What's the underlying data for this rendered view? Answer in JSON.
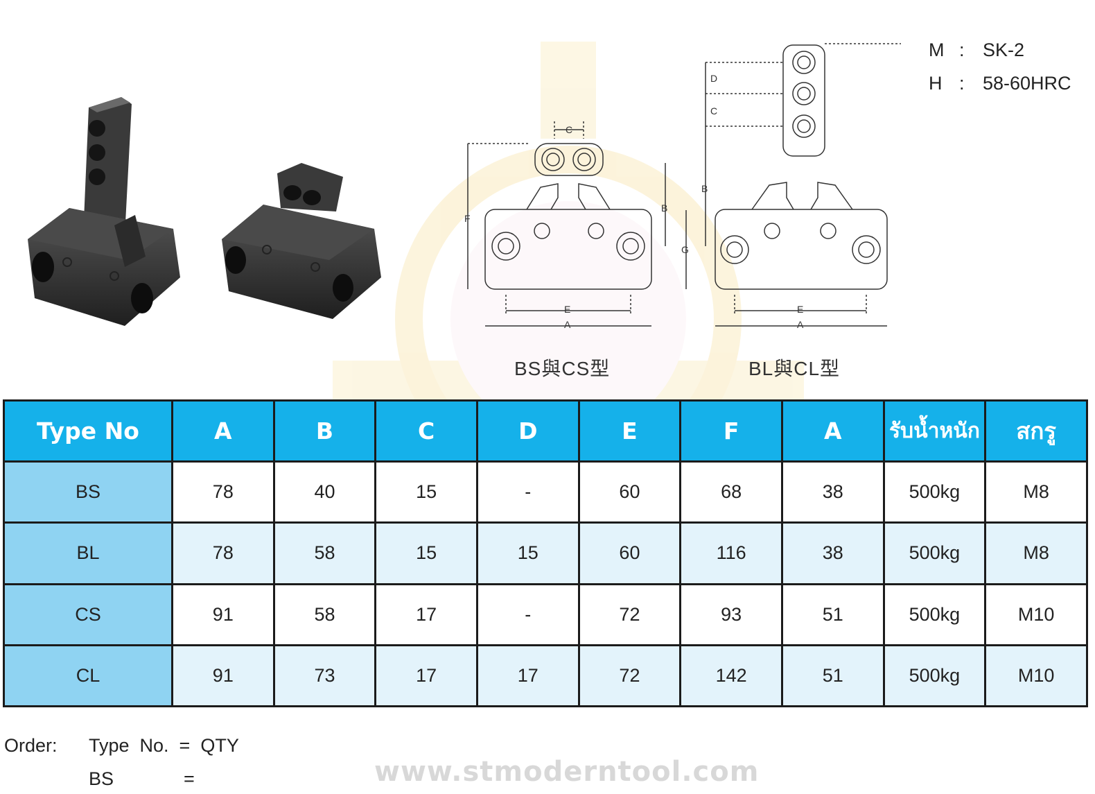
{
  "spec": {
    "material_key": "M",
    "material_value": "SK-2",
    "hardness_key": "H",
    "hardness_value": "58-60HRC",
    "separator": ":"
  },
  "captions": {
    "short_type": "BS與CS型",
    "long_type": "BL與CL型"
  },
  "drawing_labels": {
    "a": "A",
    "b": "B",
    "c": "C",
    "d": "D",
    "e": "E",
    "f": "F",
    "g": "G"
  },
  "table": {
    "headers": [
      "Type  No",
      "A",
      "B",
      "C",
      "D",
      "E",
      "F",
      "A",
      "รับน้ำหนัก",
      "สกรู"
    ],
    "rows": [
      [
        "BS",
        "78",
        "40",
        "15",
        "-",
        "60",
        "68",
        "38",
        "500kg",
        "M8"
      ],
      [
        "BL",
        "78",
        "58",
        "15",
        "15",
        "60",
        "116",
        "38",
        "500kg",
        "M8"
      ],
      [
        "CS",
        "91",
        "58",
        "17",
        "-",
        "72",
        "93",
        "51",
        "500kg",
        "M10"
      ],
      [
        "CL",
        "91",
        "73",
        "17",
        "17",
        "72",
        "142",
        "51",
        "500kg",
        "M10"
      ]
    ]
  },
  "order": {
    "label": "Order:",
    "formula": "Type  No.  =  QTY",
    "example_type": "BS",
    "example_eq": "="
  },
  "footer": {
    "url": "www.stmoderntool.com"
  }
}
